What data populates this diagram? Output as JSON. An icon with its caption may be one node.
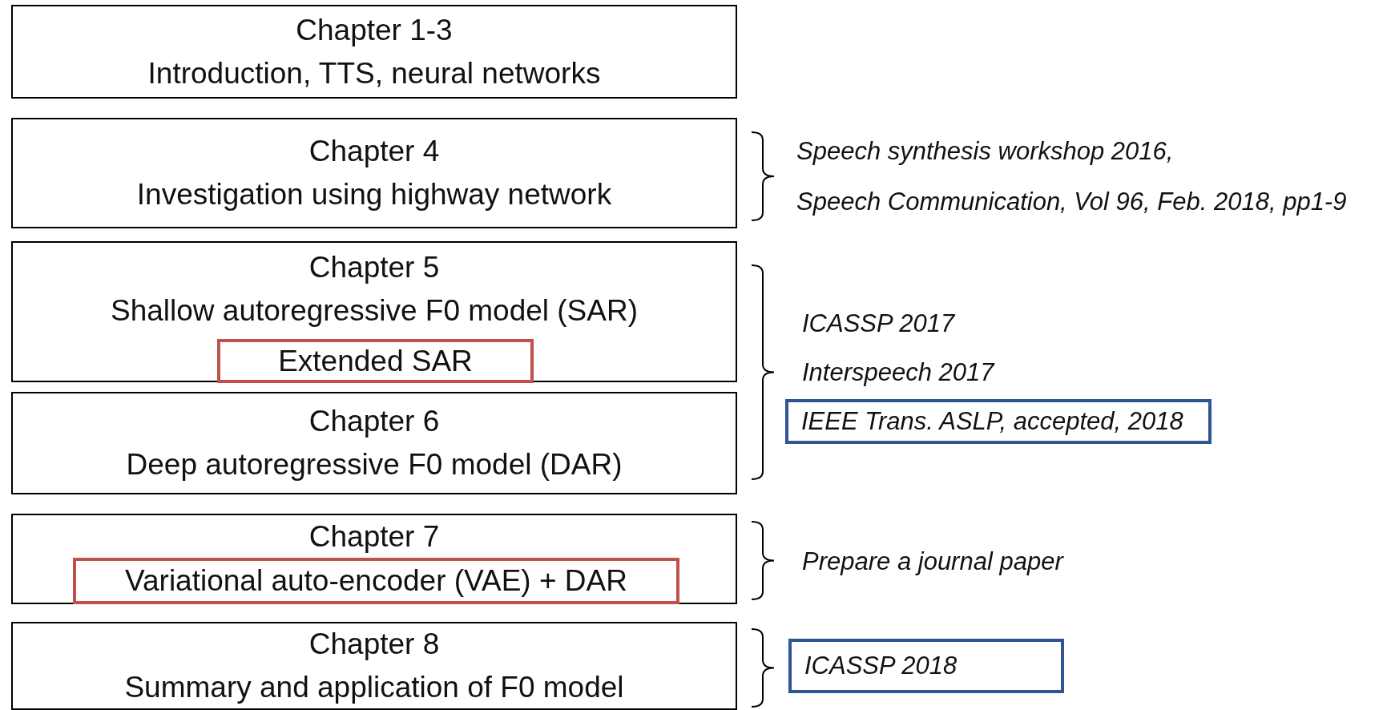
{
  "diagram": {
    "nodes": [
      {
        "text": [
          "Chapter 1-3",
          "Introduction, TTS, neural networks"
        ]
      },
      {
        "text": [
          "Chapter 4",
          "Investigation using highway network"
        ]
      },
      {
        "text": [
          "Chapter 5",
          "Shallow autoregressive F0 model (SAR)"
        ]
      },
      {
        "text": [
          "Extended SAR"
        ],
        "in": 2
      },
      {
        "text": [
          "Chapter 6",
          "Deep autoregressive F0 model (DAR)"
        ]
      },
      {
        "text": [
          "IEEE Trans. ASLP, accepted, 2018"
        ]
      },
      {
        "text": [
          "Chapter 7"
        ]
      },
      {
        "text": [
          "Variational auto-encoder (VAE) + DAR"
        ],
        "in": 6
      },
      {
        "text": [
          "Chapter 8",
          "Summary and application of F0 model"
        ]
      },
      {
        "text": [
          "ICASSP 2018"
        ]
      }
    ],
    "labels": [
      "Speech synthesis workshop 2016,",
      "Speech Communication, Vol 96, Feb. 2018, pp1-9",
      "ICASSP 2017",
      "Interspeech 2017",
      "Prepare a journal paper"
    ]
  }
}
